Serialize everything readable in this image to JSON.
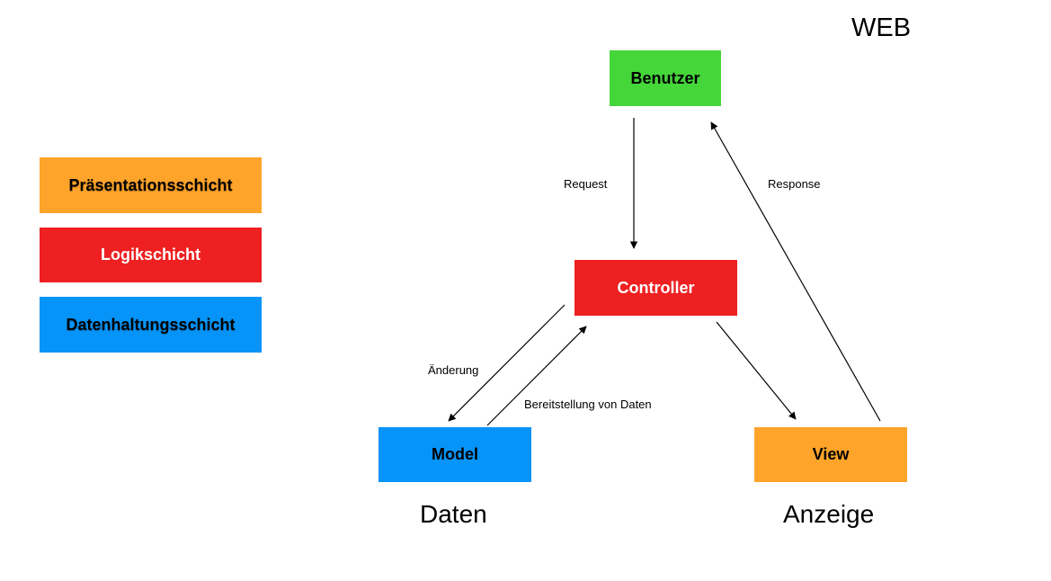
{
  "title": "WEB",
  "legend": {
    "presentation": {
      "label": "Präsentationsschicht",
      "color": "#FFA42A"
    },
    "logic": {
      "label": "Logikschicht",
      "color": "#EE2021"
    },
    "data": {
      "label": "Datenhaltungsschicht",
      "color": "#0794F9"
    }
  },
  "nodes": {
    "user": {
      "label": "Benutzer",
      "color": "#45D63A"
    },
    "controller": {
      "label": "Controller",
      "color": "#EE2021"
    },
    "model": {
      "label": "Model",
      "color": "#0794F9"
    },
    "view": {
      "label": "View",
      "color": "#FFA42A"
    }
  },
  "edges": {
    "request": "Request",
    "response": "Response",
    "change": "Änderung",
    "provide": "Bereitstellung von Daten"
  },
  "captions": {
    "model": "Daten",
    "view": "Anzeige"
  }
}
